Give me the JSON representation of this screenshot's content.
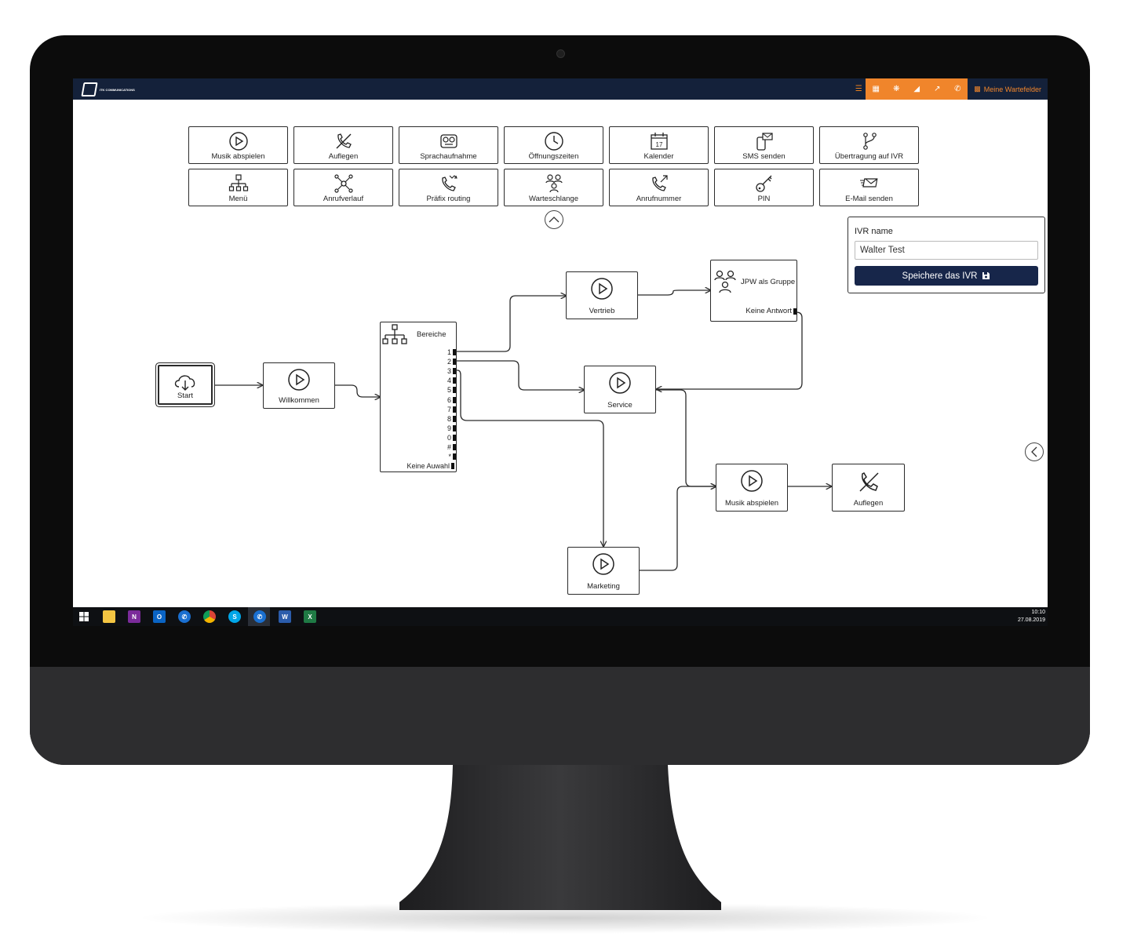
{
  "app": {
    "logo_text": "ITK COMMUNICATIONS",
    "topbar": {
      "menu_icon": "hamburger-icon",
      "nav_icons": [
        "grid-icon",
        "settings-icon",
        "area-chart-icon",
        "line-chart-icon",
        "phone-icon"
      ],
      "waitfields_label": "Meine Wartefelder"
    }
  },
  "palette": {
    "row1": [
      {
        "label": "Musik abspielen",
        "icon": "play-icon"
      },
      {
        "label": "Auflegen",
        "icon": "hangup-icon"
      },
      {
        "label": "Sprachaufnahme",
        "icon": "recorder-icon"
      },
      {
        "label": "Öffnungszeiten",
        "icon": "clock-icon"
      },
      {
        "label": "Kalender",
        "icon": "calendar-icon"
      },
      {
        "label": "SMS senden",
        "icon": "sms-icon"
      },
      {
        "label": "Übertragung auf IVR",
        "icon": "branch-icon"
      }
    ],
    "row2": [
      {
        "label": "Menü",
        "icon": "hierarchy-icon"
      },
      {
        "label": "Anrufverlauf",
        "icon": "network-icon"
      },
      {
        "label": "Präfix routing",
        "icon": "prefix-routing-icon"
      },
      {
        "label": "Warteschlange",
        "icon": "queue-icon"
      },
      {
        "label": "Anrufnummer",
        "icon": "call-number-icon"
      },
      {
        "label": "PIN",
        "icon": "key-icon"
      },
      {
        "label": "E-Mail senden",
        "icon": "email-icon"
      }
    ],
    "calendar_day": "17"
  },
  "ivr_form": {
    "label": "IVR name",
    "value": "Walter Test",
    "save_label": "Speichere das IVR"
  },
  "flow": {
    "start": "Start",
    "welcome": "Willkommen",
    "menu": {
      "title": "Bereiche",
      "outputs": [
        "1",
        "2",
        "3",
        "4",
        "5",
        "6",
        "7",
        "8",
        "9",
        "0",
        "#",
        "*"
      ],
      "no_selection": "Keine Auwahl"
    },
    "sales": "Vertrieb",
    "group": {
      "title": "JPW als Gruppe",
      "no_answer": "Keine Antwort"
    },
    "service": "Service",
    "marketing": "Marketing",
    "music": "Musik abspielen",
    "hangup": "Auflegen"
  },
  "taskbar": {
    "apps": [
      "windows-icon",
      "explorer-icon",
      "onenote-icon",
      "outlook-icon",
      "phone-app-icon",
      "chrome-icon",
      "skype-icon",
      "phone-app-active-icon",
      "word-icon",
      "excel-icon"
    ],
    "time": "10:10",
    "date": "27.08.2019"
  }
}
